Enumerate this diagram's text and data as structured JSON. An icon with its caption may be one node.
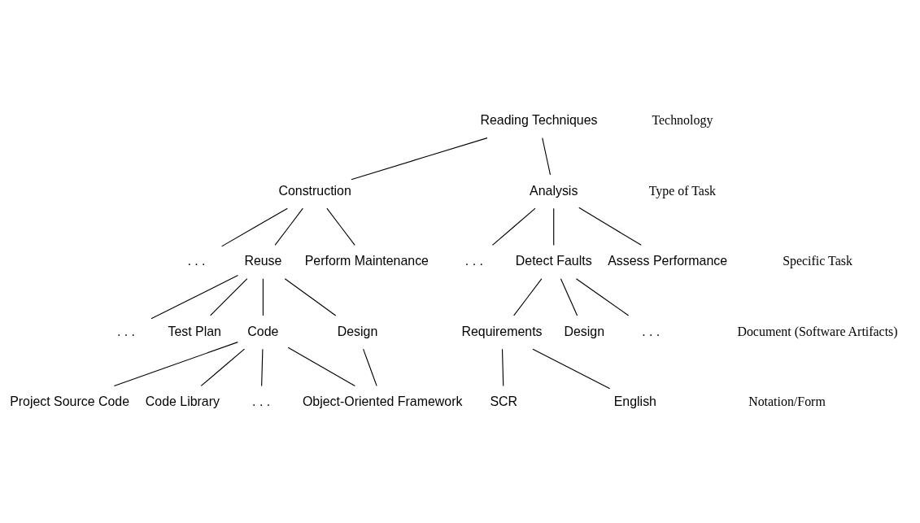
{
  "diagram": {
    "nodes": [
      {
        "text": [
          "Reading Techniques"
        ]
      },
      {
        "text": [
          "Construction"
        ]
      },
      {
        "text": [
          "Analysis"
        ]
      },
      {
        "text": [
          ". . ."
        ]
      },
      {
        "text": [
          "Reuse"
        ]
      },
      {
        "text": [
          "Perform Maintenance"
        ]
      },
      {
        "text": [
          ". . ."
        ]
      },
      {
        "text": [
          "Detect Faults"
        ]
      },
      {
        "text": [
          "Assess Performance"
        ]
      },
      {
        "text": [
          ". . ."
        ]
      },
      {
        "text": [
          "Test Plan"
        ]
      },
      {
        "text": [
          "Code"
        ]
      },
      {
        "text": [
          "Design"
        ]
      },
      {
        "text": [
          "Requirements"
        ]
      },
      {
        "text": [
          "Design"
        ]
      },
      {
        "text": [
          ". . ."
        ]
      },
      {
        "text": [
          "Project Source Code"
        ]
      },
      {
        "text": [
          "Code Library"
        ]
      },
      {
        "text": [
          "Object-Oriented Framework"
        ]
      },
      {
        "text": [
          ". . ."
        ]
      },
      {
        "text": [
          "SCR"
        ]
      },
      {
        "text": [
          "English"
        ]
      }
    ],
    "edges": [
      {
        "from": 0,
        "to": 1,
        "arrow": "none"
      },
      {
        "from": 0,
        "to": 2,
        "arrow": "none"
      },
      {
        "from": 1,
        "to": 3,
        "arrow": "none"
      },
      {
        "from": 1,
        "to": 4,
        "arrow": "none"
      },
      {
        "from": 1,
        "to": 5,
        "arrow": "none"
      },
      {
        "from": 2,
        "to": 6,
        "arrow": "none"
      },
      {
        "from": 2,
        "to": 7,
        "arrow": "none"
      },
      {
        "from": 2,
        "to": 8,
        "arrow": "none"
      },
      {
        "from": 4,
        "to": 9,
        "arrow": "none"
      },
      {
        "from": 4,
        "to": 10,
        "arrow": "none"
      },
      {
        "from": 4,
        "to": 11,
        "arrow": "none"
      },
      {
        "from": 4,
        "to": 12,
        "arrow": "none"
      },
      {
        "from": 7,
        "to": 13,
        "arrow": "none"
      },
      {
        "from": 7,
        "to": 14,
        "arrow": "none"
      },
      {
        "from": 7,
        "to": 15,
        "arrow": "none"
      },
      {
        "from": 11,
        "to": 16,
        "arrow": "none"
      },
      {
        "from": 11,
        "to": 17,
        "arrow": "none"
      },
      {
        "from": 11,
        "to": 18,
        "arrow": "none"
      },
      {
        "from": 11,
        "to": 19,
        "arrow": "none"
      },
      {
        "from": 12,
        "to": 18,
        "arrow": "none"
      },
      {
        "from": 13,
        "to": 20,
        "arrow": "none"
      },
      {
        "from": 13,
        "to": 21,
        "arrow": "none"
      }
    ],
    "labels": [
      "Technology",
      "Type of Task",
      "Specific Task",
      "Document (Software Artifacts)",
      "Notation/Form"
    ]
  }
}
